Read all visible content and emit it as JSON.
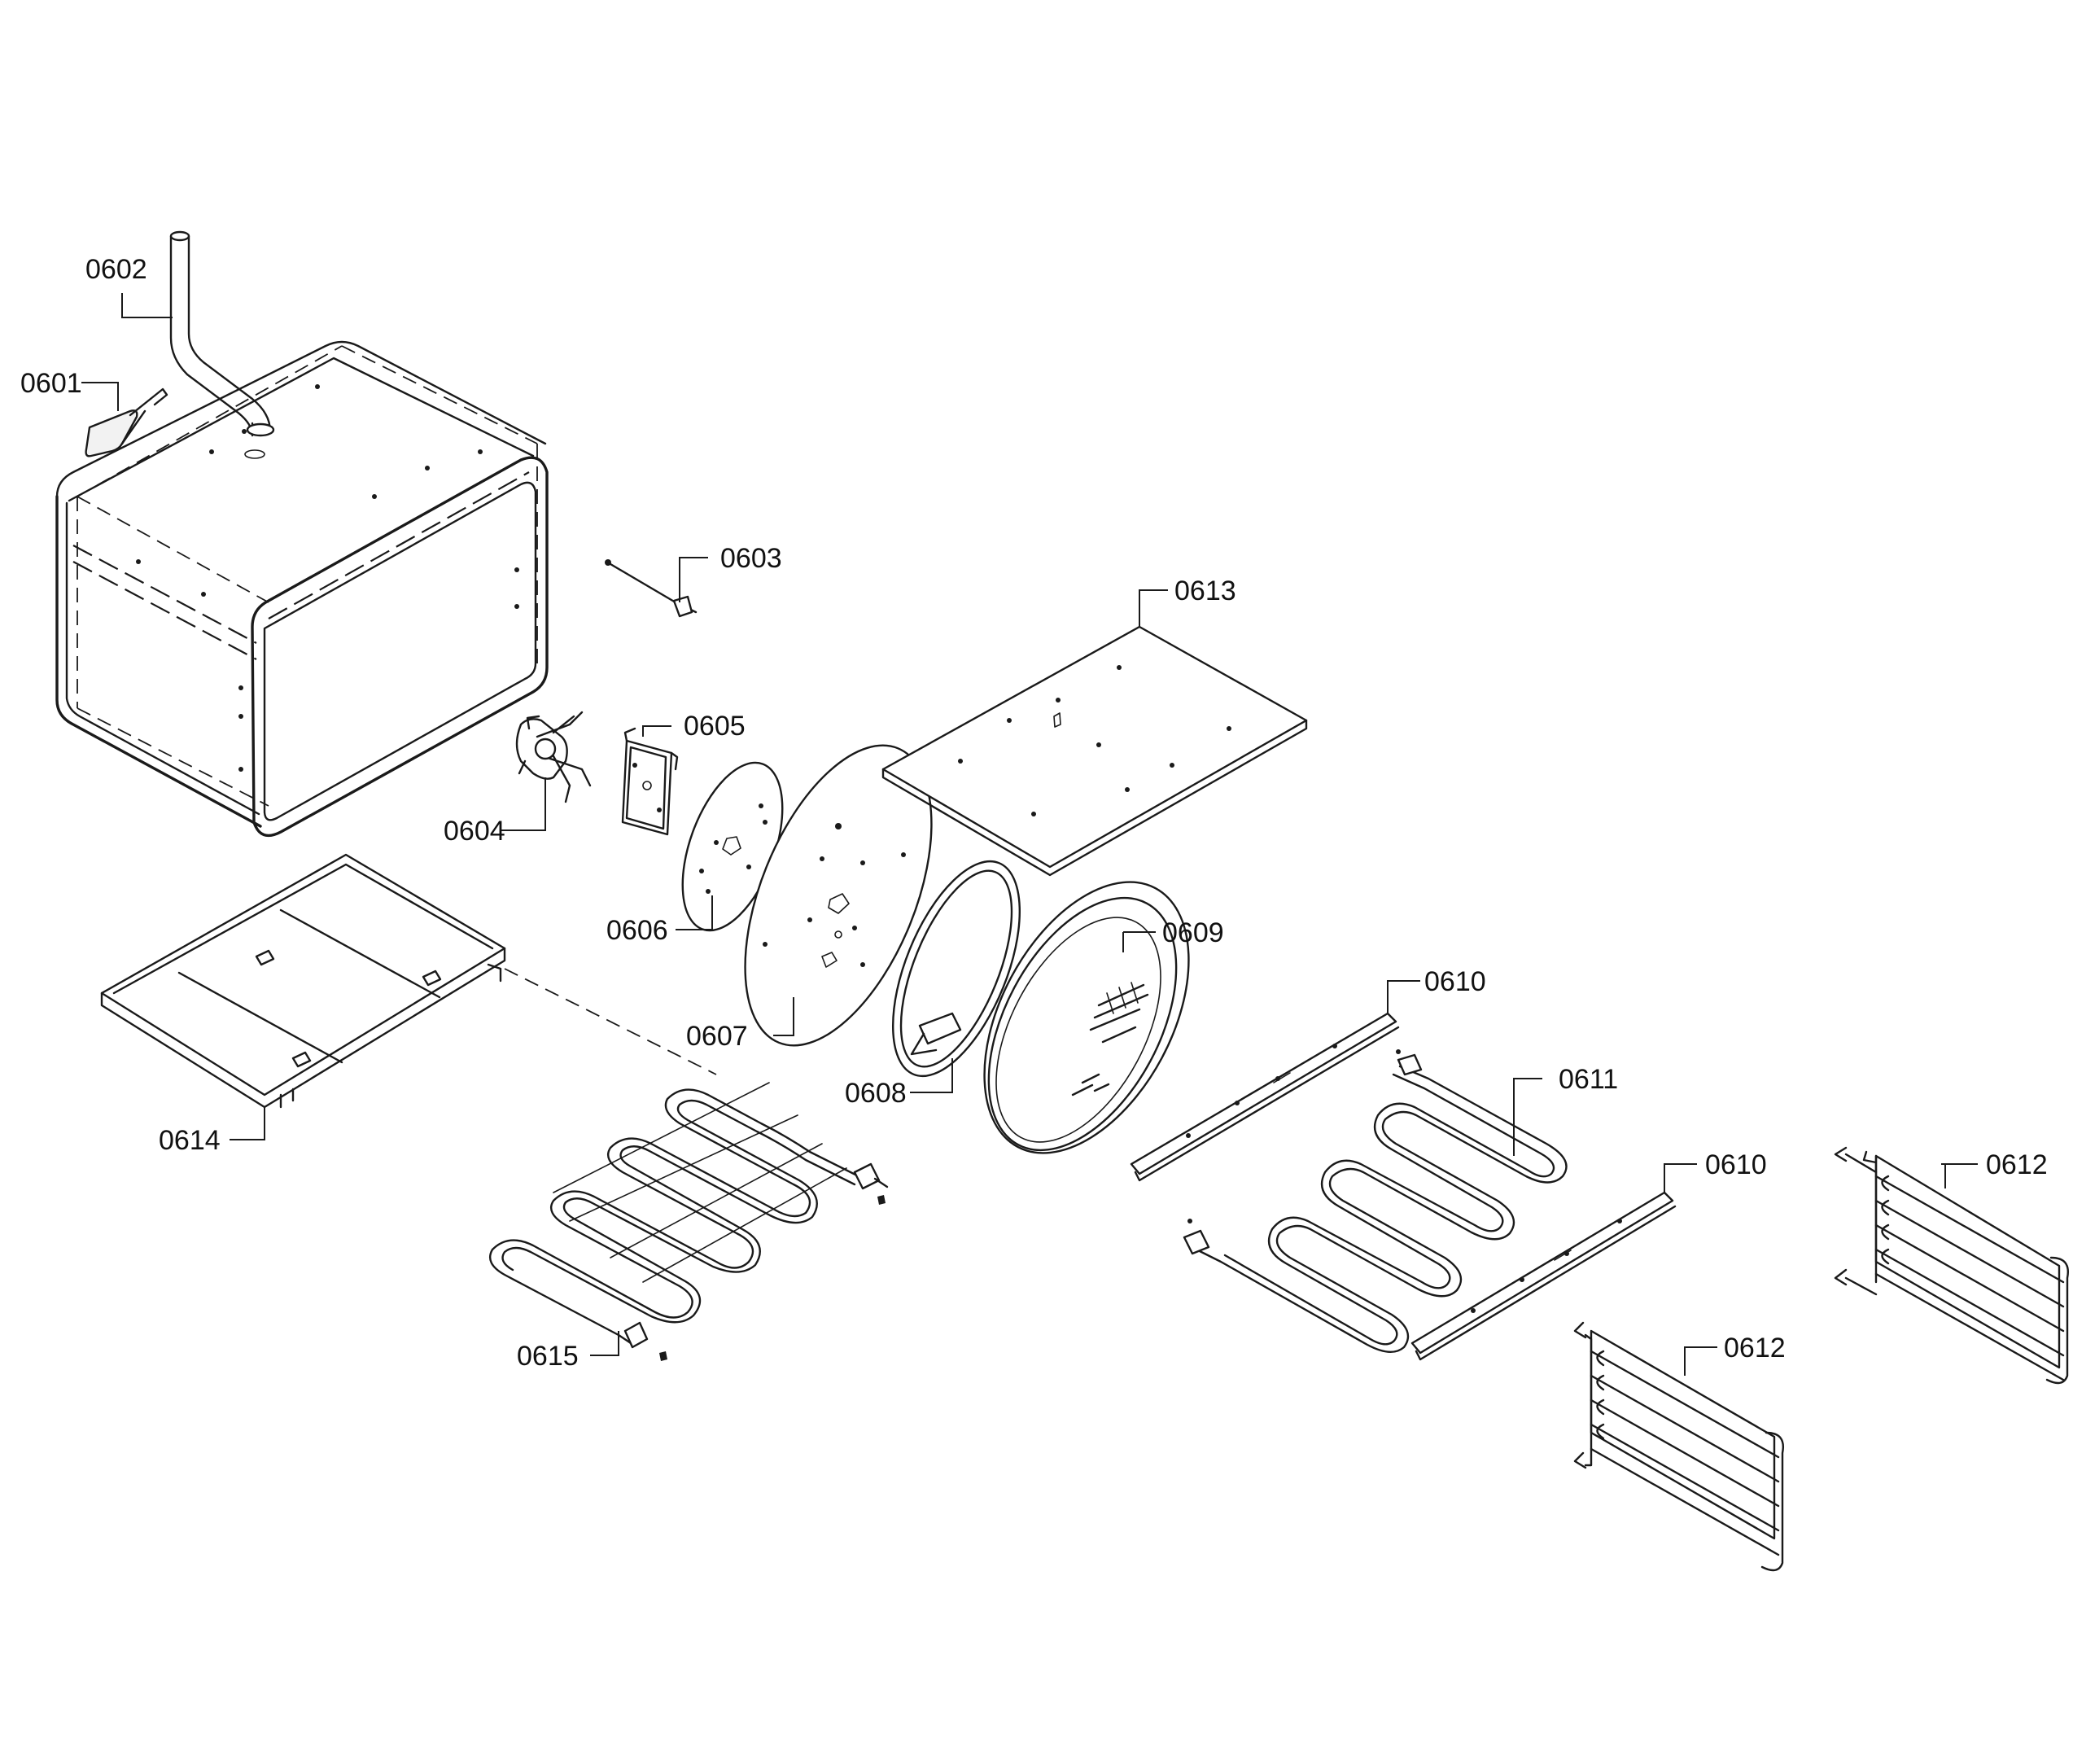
{
  "labels": {
    "p0601": "0601",
    "p0602": "0602",
    "p0603": "0603",
    "p0604": "0604",
    "p0605": "0605",
    "p0606": "0606",
    "p0607": "0607",
    "p0608": "0608",
    "p0609": "0609",
    "p0610a": "0610",
    "p0610b": "0610",
    "p0611": "0611",
    "p0612a": "0612",
    "p0612b": "0612",
    "p0613": "0613",
    "p0614": "0614",
    "p0615": "0615"
  },
  "colors": {
    "line": "#1a1a1a",
    "background": "#ffffff"
  }
}
